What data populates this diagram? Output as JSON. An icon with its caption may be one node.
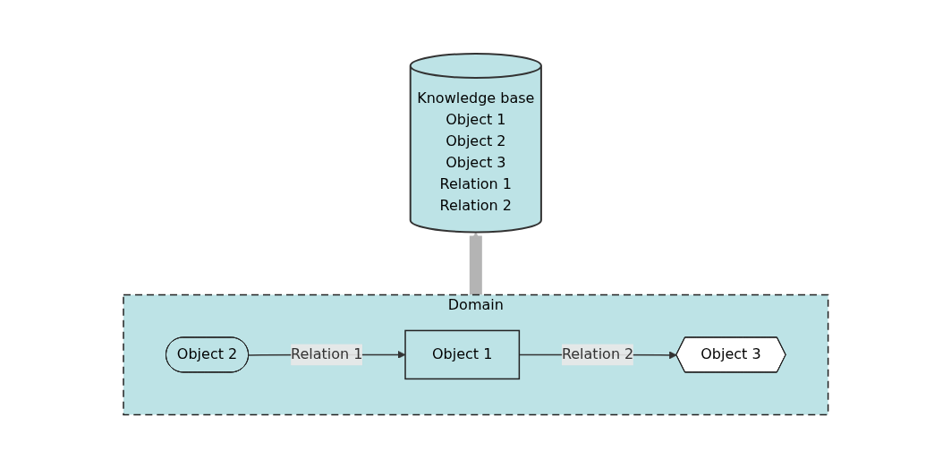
{
  "diagram": {
    "nodes": [
      {
        "text": [
          "Knowledge base",
          "Object 1",
          "Object 2",
          "Object 3",
          "Relation 1",
          "Relation 2"
        ]
      },
      {
        "text": [
          "Domain"
        ]
      },
      {
        "text": [
          "Object 1"
        ],
        "in": 1
      },
      {
        "text": [
          "Object 2"
        ],
        "in": 1
      },
      {
        "text": [
          "Object 3"
        ],
        "in": 1
      }
    ],
    "edges": [
      {
        "from": 1,
        "to": 0,
        "arrow": "to",
        "style": "thick",
        "color": "#b4b4b4"
      },
      {
        "from": 3,
        "to": 2,
        "arrow": "to",
        "label": "Relation 1"
      },
      {
        "from": 2,
        "to": 4,
        "arrow": "to",
        "label": "Relation 2"
      }
    ]
  }
}
